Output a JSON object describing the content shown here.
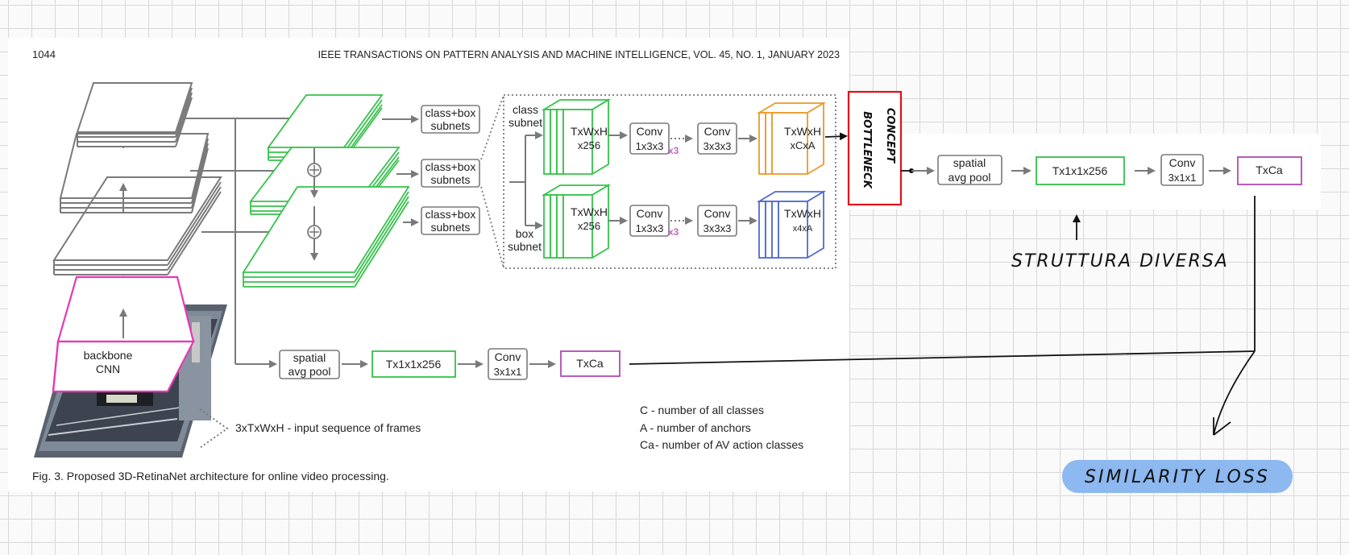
{
  "paper": {
    "page_number": "1044",
    "journal_header": "IEEE TRANSACTIONS ON PATTERN ANALYSIS AND MACHINE INTELLIGENCE, VOL. 45, NO. 1, JANUARY 2023",
    "caption": "Fig. 3. Proposed 3D-RetinaNet architecture for online video processing."
  },
  "backbone": {
    "line1": "backbone",
    "line2": "CNN"
  },
  "input_note": "3xTxWxH - input sequence of frames",
  "subnet_boxes": [
    {
      "line1": "class+box",
      "line2": "subnets"
    },
    {
      "line1": "class+box",
      "line2": "subnets"
    },
    {
      "line1": "class+box",
      "line2": "subnets"
    }
  ],
  "class_subnet": {
    "line1": "class",
    "line2": "subnet"
  },
  "box_subnet": {
    "line1": "box",
    "line2": "subnet"
  },
  "top_branch": {
    "feat_line1": "TxWxH",
    "feat_line2": "x256",
    "conv1_line1": "Conv",
    "conv1_line2": "1x3x3",
    "repeat": "x3",
    "conv2_line1": "Conv",
    "conv2_line2": "3x3x3",
    "out_line1": "TxWxH",
    "out_line2": "xCxA"
  },
  "bottom_branch": {
    "feat_line1": "TxWxH",
    "feat_line2": "x256",
    "conv1_line1": "Conv",
    "conv1_line2": "1x3x3",
    "repeat": "x3",
    "conv2_line1": "Conv",
    "conv2_line2": "3x3x3",
    "out_line1": "TxWxH",
    "out_line2": "x4xA"
  },
  "lower_pipeline": {
    "pool_line1": "spatial",
    "pool_line2": "avg pool",
    "feat": "Tx1x1x256",
    "conv_line1": "Conv",
    "conv_line2": "3x1x1",
    "out": "TxCa"
  },
  "legend": {
    "c": "C - number of all classes",
    "a": "A - number of anchors",
    "ca_symbol": "Ca",
    "ca_text": " - number of AV action classes"
  },
  "right_pipeline": {
    "pool_line1": "spatial",
    "pool_line2": "avg pool",
    "feat": "Tx1x1x256",
    "conv_line1": "Conv",
    "conv_line2": "3x1x1",
    "out": "TxCa"
  },
  "annotations": {
    "concept": "CONCEPT",
    "bottleneck": "BOTTLENECK",
    "struttura": "STRUTTURA DIVERSA",
    "similarity": "SIMILARITY LOSS"
  },
  "colors": {
    "green": "#34c24a",
    "purple": "#b04ab6",
    "orange": "#e89b2a",
    "blue": "#4f6bd0",
    "pink": "#e339b6",
    "red": "#e0101c",
    "similarity_fill": "#8db8f0"
  }
}
